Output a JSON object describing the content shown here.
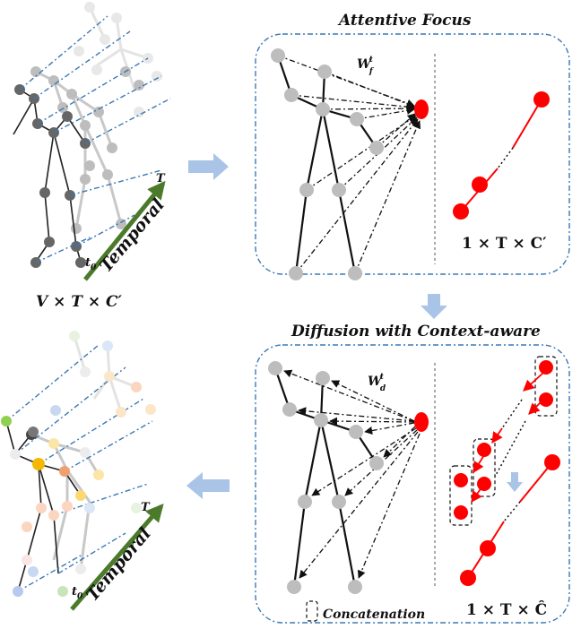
{
  "panels": {
    "attentive_focus": {
      "title": "Attentive Focus",
      "weight": "W",
      "weight_sub": "f",
      "weight_sup": "t",
      "output_label": "1 × T × C′"
    },
    "diffusion": {
      "title": "Diffusion with Context-aware",
      "weight": "W",
      "weight_sub": "d",
      "weight_sup": "t",
      "output_label": "1 × T × Ĉ",
      "legend": "Concatenation"
    }
  },
  "input": {
    "label": "V × T × C′",
    "axis_label": "Temporal",
    "start_tick": "t",
    "start_tick_sub": "0",
    "end_tick": "T"
  },
  "output": {
    "axis_label": "Temporal",
    "start_tick": "t",
    "start_tick_sub": "0",
    "end_tick": "T"
  },
  "colors": {
    "frame": "#3a78b5",
    "arrow_fill": "#a9c4e6",
    "temporal_arrow": "#4a7a2a",
    "focus_node": "#ff0000",
    "joint_gray": "#bdbdbd",
    "joint_dark": "#666666"
  }
}
